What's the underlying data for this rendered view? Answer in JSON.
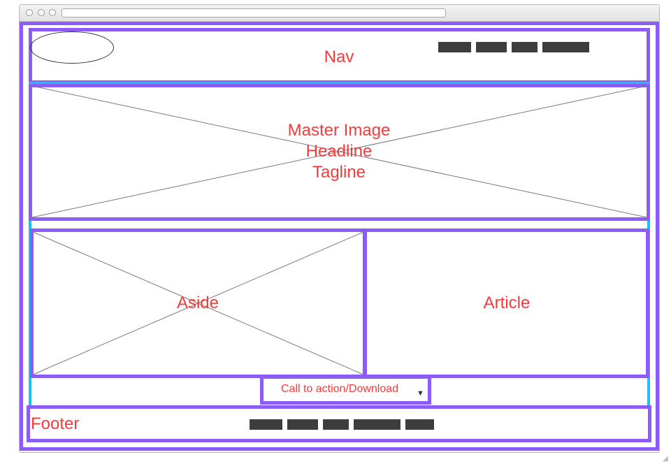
{
  "nav": {
    "label": "Nav",
    "menu_items": [
      "",
      "",
      "",
      ""
    ]
  },
  "hero": {
    "lines": [
      "Master Image",
      "Headline",
      "Tagline"
    ]
  },
  "aside": {
    "label": "Aside"
  },
  "article": {
    "label": "Article"
  },
  "cta": {
    "label": "Call to action/Download",
    "arrow_glyph": "▼"
  },
  "footer": {
    "label": "Footer",
    "menu_items": [
      "",
      "",
      "",
      "",
      ""
    ]
  },
  "colors": {
    "container": "#8b5cf6",
    "section": "#18c3f3",
    "text": "#f23c3c",
    "placeholder_button": "#3d3d3d"
  }
}
